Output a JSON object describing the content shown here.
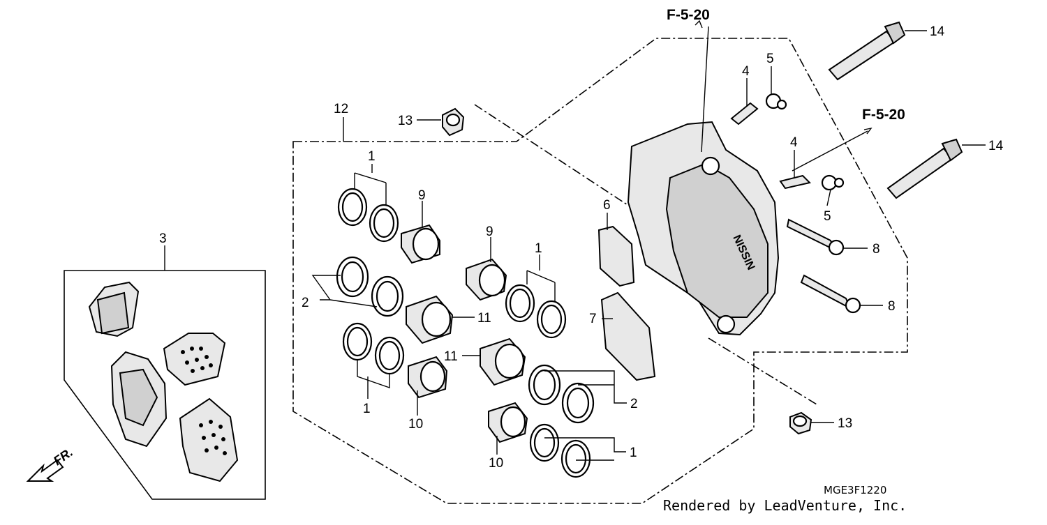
{
  "diagram": {
    "code": "MGE3F1220",
    "credit": "Rendered by LeadVenture, Inc.",
    "front_marker": "FR.",
    "references": [
      "F-5-20",
      "F-5-20"
    ],
    "callouts": [
      "1",
      "1",
      "1",
      "1",
      "2",
      "2",
      "3",
      "4",
      "4",
      "5",
      "5",
      "6",
      "7",
      "8",
      "8",
      "9",
      "9",
      "10",
      "10",
      "11",
      "11",
      "12",
      "13",
      "13",
      "14",
      "14"
    ]
  }
}
